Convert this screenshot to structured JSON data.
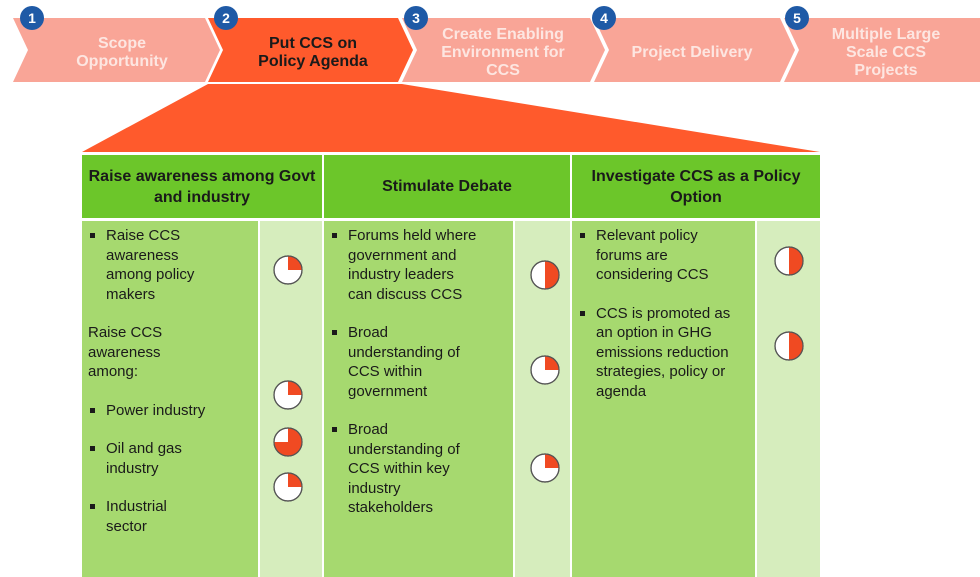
{
  "steps": [
    {
      "number": "1",
      "lines": [
        "Scope",
        "Opportunity"
      ],
      "active": false
    },
    {
      "number": "2",
      "lines": [
        "Put CCS on",
        "Policy Agenda"
      ],
      "active": true
    },
    {
      "number": "3",
      "lines": [
        "Create Enabling",
        "Environment for",
        "CCS"
      ],
      "active": false
    },
    {
      "number": "4",
      "lines": [
        "Project Delivery"
      ],
      "active": false
    },
    {
      "number": "5",
      "lines": [
        "Multiple Large",
        "Scale CCS",
        "Projects"
      ],
      "active": false
    }
  ],
  "colors": {
    "active_step": "#ff5a2c",
    "inactive_step": "#f9a597",
    "badge": "#1f5aa6",
    "header_green": "#6cc62a",
    "text_green": "#a6d96f",
    "ball_green": "#d6edbd",
    "ball_fill": "#f04a22"
  },
  "columns": [
    {
      "header": "Raise awareness among Govt and industry",
      "items": [
        {
          "kind": "bullet",
          "text": "Raise CCS awareness among policy makers",
          "fill": 0.25
        },
        {
          "kind": "plain",
          "text": "Raise CCS awareness among:"
        },
        {
          "kind": "bullet",
          "text": "Power industry",
          "fill": 0.25
        },
        {
          "kind": "bullet",
          "text": "Oil and gas industry",
          "fill": 0.75
        },
        {
          "kind": "bullet",
          "text": "Industrial sector",
          "fill": 0.25
        }
      ]
    },
    {
      "header": "Stimulate Debate",
      "items": [
        {
          "kind": "bullet",
          "text": "Forums held where government and industry leaders can discuss CCS",
          "fill": 0.5
        },
        {
          "kind": "bullet",
          "text": "Broad understanding of CCS within government",
          "fill": 0.25
        },
        {
          "kind": "bullet",
          "text": "Broad understanding of CCS within key industry stakeholders",
          "fill": 0.25
        }
      ]
    },
    {
      "header": "Investigate CCS as a Policy Option",
      "items": [
        {
          "kind": "bullet",
          "text": "Relevant policy forums are considering CCS",
          "fill": 0.5
        },
        {
          "kind": "bullet",
          "text": "CCS is promoted as an option in GHG emissions reduction strategies, policy or agenda",
          "fill": 0.5
        }
      ]
    }
  ]
}
